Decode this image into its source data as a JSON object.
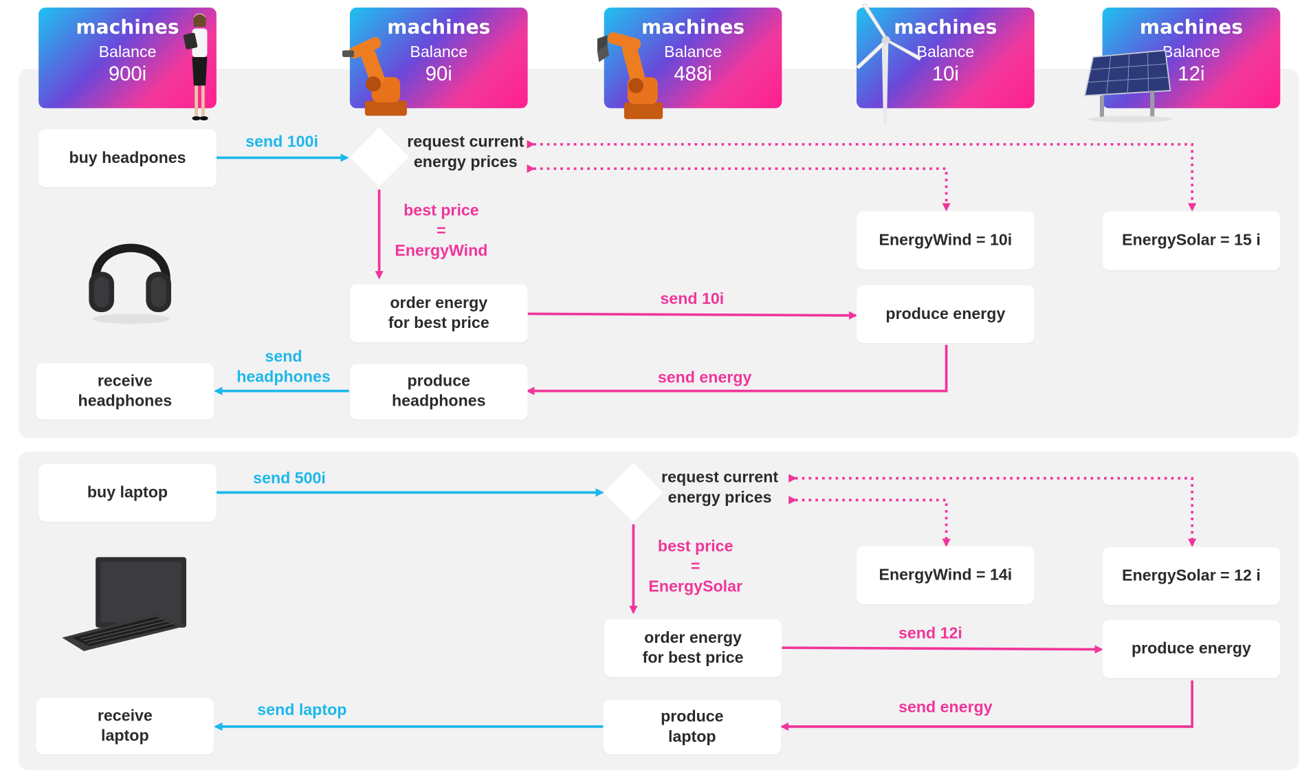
{
  "colors": {
    "blue": "#1cb8ea",
    "pink": "#f0359a",
    "panel": "#f2f2f3"
  },
  "machines": [
    {
      "brand": "machines",
      "balance_label": "Balance",
      "balance_value": "900i",
      "icon": "woman-with-tablet-icon"
    },
    {
      "brand": "machines",
      "balance_label": "Balance",
      "balance_value": "90i",
      "icon": "robot-arm-icon"
    },
    {
      "brand": "machines",
      "balance_label": "Balance",
      "balance_value": "488i",
      "icon": "robot-gripper-icon"
    },
    {
      "brand": "machines",
      "balance_label": "Balance",
      "balance_value": "10i",
      "icon": "wind-turbine-icon"
    },
    {
      "brand": "machines",
      "balance_label": "Balance",
      "balance_value": "12i",
      "icon": "solar-panel-icon"
    }
  ],
  "flow1": {
    "buy": "buy headpones",
    "send_payment": "send 100i",
    "request": "request current energy prices",
    "best_price": [
      "best price",
      "=",
      "EnergyWind"
    ],
    "wind_price": "EnergyWind = 10i",
    "solar_price": "EnergySolar = 15 i",
    "order": "order energy for best price",
    "send_energy_payment": "send 10i",
    "produce_energy": "produce energy",
    "send_energy": "send energy",
    "produce_product": "produce headphones",
    "send_product": "send headphones",
    "receive": "receive headphones",
    "product_icon": "headphones-icon"
  },
  "flow2": {
    "buy": "buy laptop",
    "send_payment": "send 500i",
    "request": "request current energy prices",
    "best_price": [
      "best price",
      "=",
      "EnergySolar"
    ],
    "wind_price": "EnergyWind = 14i",
    "solar_price": "EnergySolar = 12 i",
    "order": "order energy for best price",
    "send_energy_payment": "send 12i",
    "produce_energy": "produce energy",
    "send_energy": "send energy",
    "produce_product": "produce laptop",
    "send_product": "send laptop",
    "receive": "receive laptop",
    "product_icon": "laptop-icon"
  }
}
